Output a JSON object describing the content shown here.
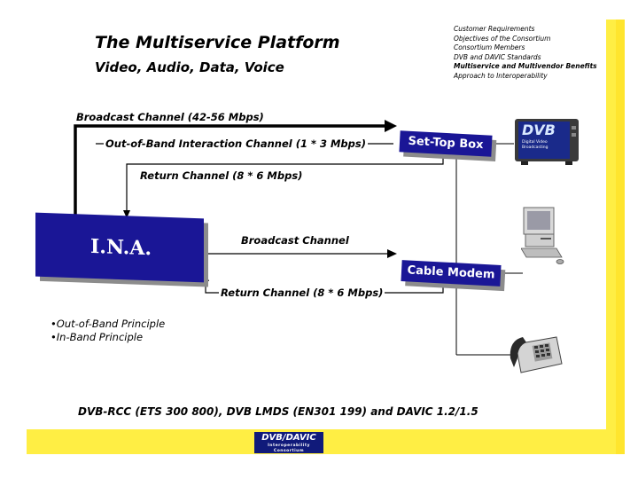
{
  "title": "The Multiservice Platform",
  "subtitle": "Video, Audio, Data, Voice",
  "agenda": {
    "items": [
      "Customer Requirements",
      "Objectives of the Consortium",
      "Consortium Members",
      "DVB and DAVIC Standards",
      "Multiservice and Multivendor Benefits",
      "Approach to Interoperability"
    ],
    "highlighted_index": 4
  },
  "diagram": {
    "broadcast_channel_top": "Broadcast Channel (42-56 Mbps)",
    "oob_channel": "Out-of-Band Interaction Channel (1 * 3 Mbps)",
    "return_channel_top": "Return Channel (8 * 6 Mbps)",
    "broadcast_channel_mid": "Broadcast Channel",
    "return_channel_bottom": "Return Channel (8 * 6 Mbps)",
    "ina_label": "I.N.A.",
    "set_top_box_label": "Set-Top Box",
    "cable_modem_label": "Cable Modem",
    "tv_screen_logo": "DVB",
    "tv_screen_caption": "Digital Video Broadcasting"
  },
  "bullets": [
    "•Out-of-Band Principle",
    "•In-Band Principle"
  ],
  "footer": "DVB-RCC (ETS 300 800), DVB LMDS (EN301 199) and DAVIC 1.2/1.5",
  "logo": {
    "text": "DVB/DAVIC",
    "tagline": "Interoperability Consortium"
  },
  "colors": {
    "accent_yellow": "#ffee44",
    "box_blue": "#1a1696",
    "logo_navy": "#101a7a",
    "tv_screen": "#1a2a8a"
  }
}
